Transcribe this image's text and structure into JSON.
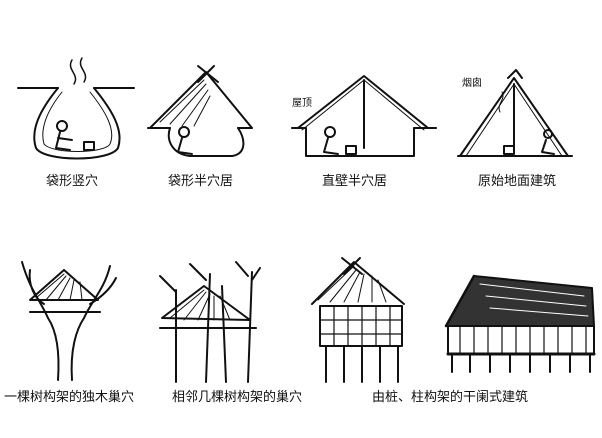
{
  "panels": [
    {
      "caption": "袋形竖穴"
    },
    {
      "caption": "袋形半穴居"
    },
    {
      "caption": "直壁半穴居",
      "label": "屋顶"
    },
    {
      "caption": "原始地面建筑",
      "label": "烟囱"
    },
    {
      "caption": "一棵树构架的独木巢穴"
    },
    {
      "caption": "相邻几棵树构架的巢穴"
    },
    {
      "caption": "由桩、柱构架的干阑式建筑"
    }
  ]
}
